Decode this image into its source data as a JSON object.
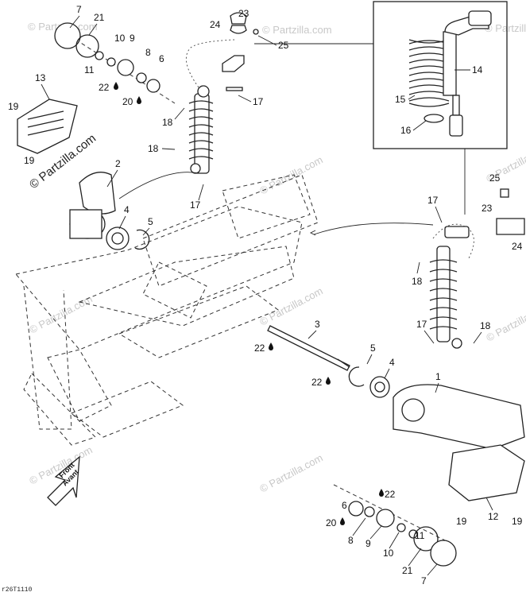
{
  "callouts": {
    "n1": "1",
    "n2": "2",
    "n3": "3",
    "n4": "4",
    "n5": "5",
    "n6": "6",
    "n7": "7",
    "n8": "8",
    "n9": "9",
    "n10": "10",
    "n11": "11",
    "n12": "12",
    "n13": "13",
    "n14": "14",
    "n15": "15",
    "n16": "16",
    "n17": "17",
    "n18": "18",
    "n19": "19",
    "n20": "20",
    "n21": "21",
    "n22": "22",
    "n23": "23",
    "n24": "24",
    "n25": "25"
  },
  "watermark": "© Partzilla.com",
  "front_arrow": {
    "line1": "Front",
    "line2": "Avant"
  },
  "footer_code": "r26T1110"
}
